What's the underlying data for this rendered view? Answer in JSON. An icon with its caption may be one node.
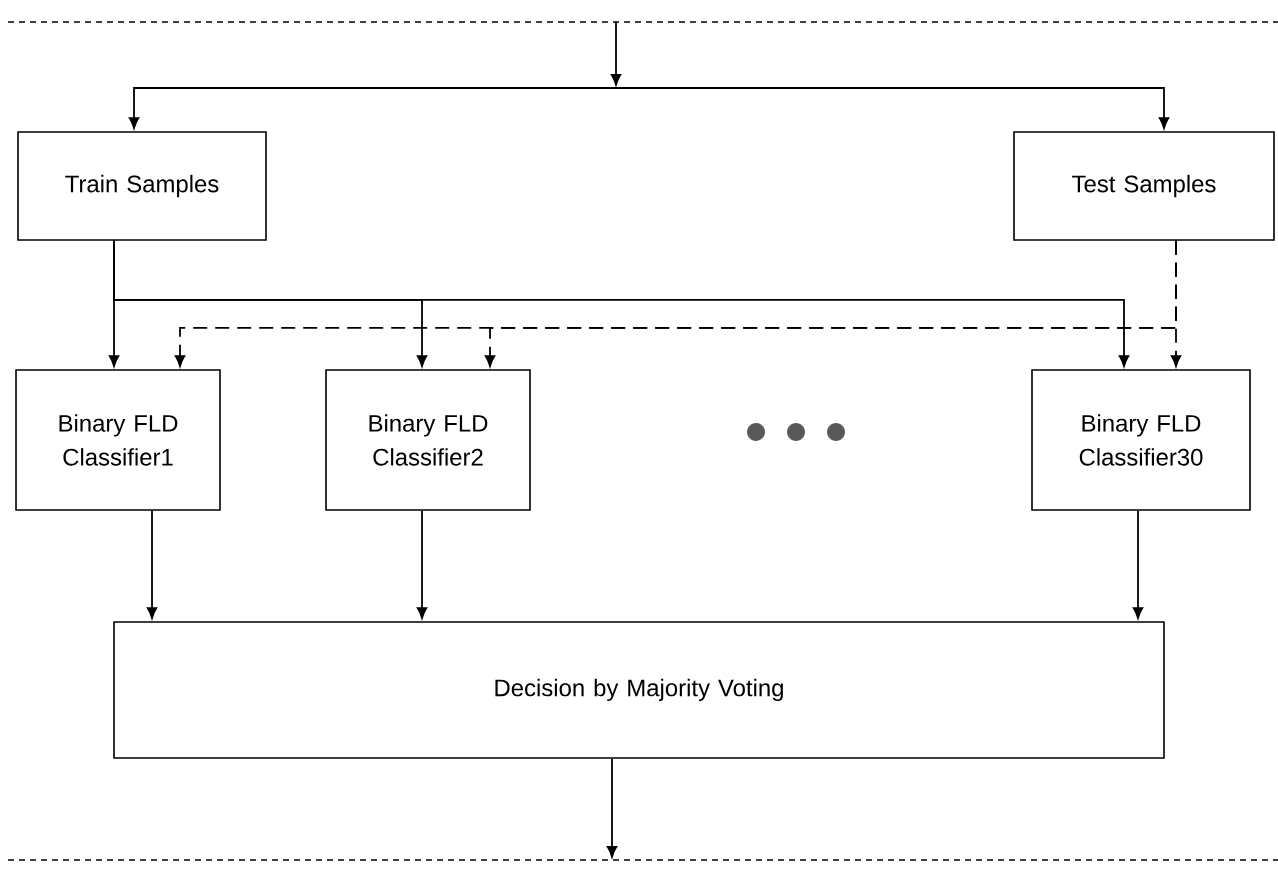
{
  "diagram": {
    "nodes": [
      {
        "text": [
          "Train Samples"
        ]
      },
      {
        "text": [
          "Test Samples"
        ]
      },
      {
        "text": [
          "Binary FLD Classifier1"
        ]
      },
      {
        "text": [
          "Binary FLD Classifier2"
        ]
      },
      {
        "text": [
          "Binary FLD Classifier30"
        ]
      },
      {
        "text": [
          "Decision by Majority Voting"
        ]
      }
    ],
    "edges": [
      {
        "from": null,
        "to": 0,
        "arrow": "to"
      },
      {
        "from": null,
        "to": 1,
        "arrow": "to"
      },
      {
        "from": 0,
        "to": 2,
        "arrow": "to"
      },
      {
        "from": 0,
        "to": 3,
        "arrow": "to"
      },
      {
        "from": 0,
        "to": 4,
        "arrow": "to"
      },
      {
        "from": 1,
        "to": 2,
        "arrow": "to",
        "style": "dashed"
      },
      {
        "from": 1,
        "to": 3,
        "arrow": "to",
        "style": "dashed"
      },
      {
        "from": 1,
        "to": 4,
        "arrow": "to",
        "style": "dashed"
      },
      {
        "from": 2,
        "to": 5,
        "arrow": "to"
      },
      {
        "from": 3,
        "to": 5,
        "arrow": "to"
      },
      {
        "from": 4,
        "to": 5,
        "arrow": "to"
      },
      {
        "from": 5,
        "to": null,
        "arrow": "to"
      }
    ]
  }
}
